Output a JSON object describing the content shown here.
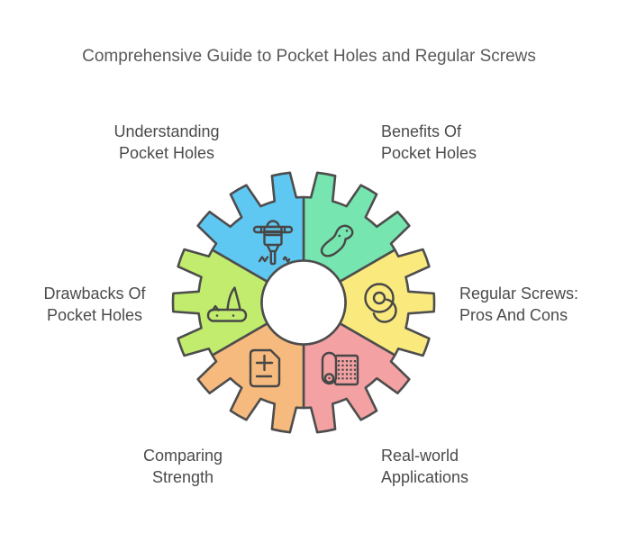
{
  "title": "Comprehensive Guide to Pocket Holes and Regular Screws",
  "colors": {
    "background": "#ffffff",
    "outline": "#4d4d4d",
    "title_text": "#595959",
    "label_text": "#4b4b4b",
    "icon_stroke": "#474747",
    "center_fill": "#ffffff"
  },
  "diagram": {
    "type": "gear-cycle",
    "segment_count": 6,
    "segments": [
      {
        "id": "benefits-of-pocket-holes",
        "line1": "Benefits Of",
        "line2": "Pocket Holes",
        "color": "#76E5AF",
        "icon": "shoe-icon",
        "position": "top-right"
      },
      {
        "id": "regular-screws-pros-and-cons",
        "line1": "Regular Screws:",
        "line2": "Pros And Cons",
        "color": "#FAEA7E",
        "icon": "washers-icon",
        "position": "right"
      },
      {
        "id": "real-world-applications",
        "line1": "Real-world",
        "line2": "Applications",
        "color": "#F4A1A3",
        "icon": "blueprint-roll-icon",
        "position": "bottom-right"
      },
      {
        "id": "comparing-strength",
        "line1": "Comparing",
        "line2": "Strength",
        "color": "#F6BA7E",
        "icon": "document-plus-minus-icon",
        "position": "bottom-left"
      },
      {
        "id": "drawbacks-of-pocket-holes",
        "line1": "Drawbacks Of",
        "line2": "Pocket Holes",
        "color": "#C2EC6E",
        "icon": "pocket-knife-icon",
        "position": "left"
      },
      {
        "id": "understanding-pocket-holes",
        "line1": "Understanding",
        "line2": "Pocket Holes",
        "color": "#5FC8F2",
        "icon": "jackhammer-icon",
        "position": "top-left"
      }
    ]
  }
}
